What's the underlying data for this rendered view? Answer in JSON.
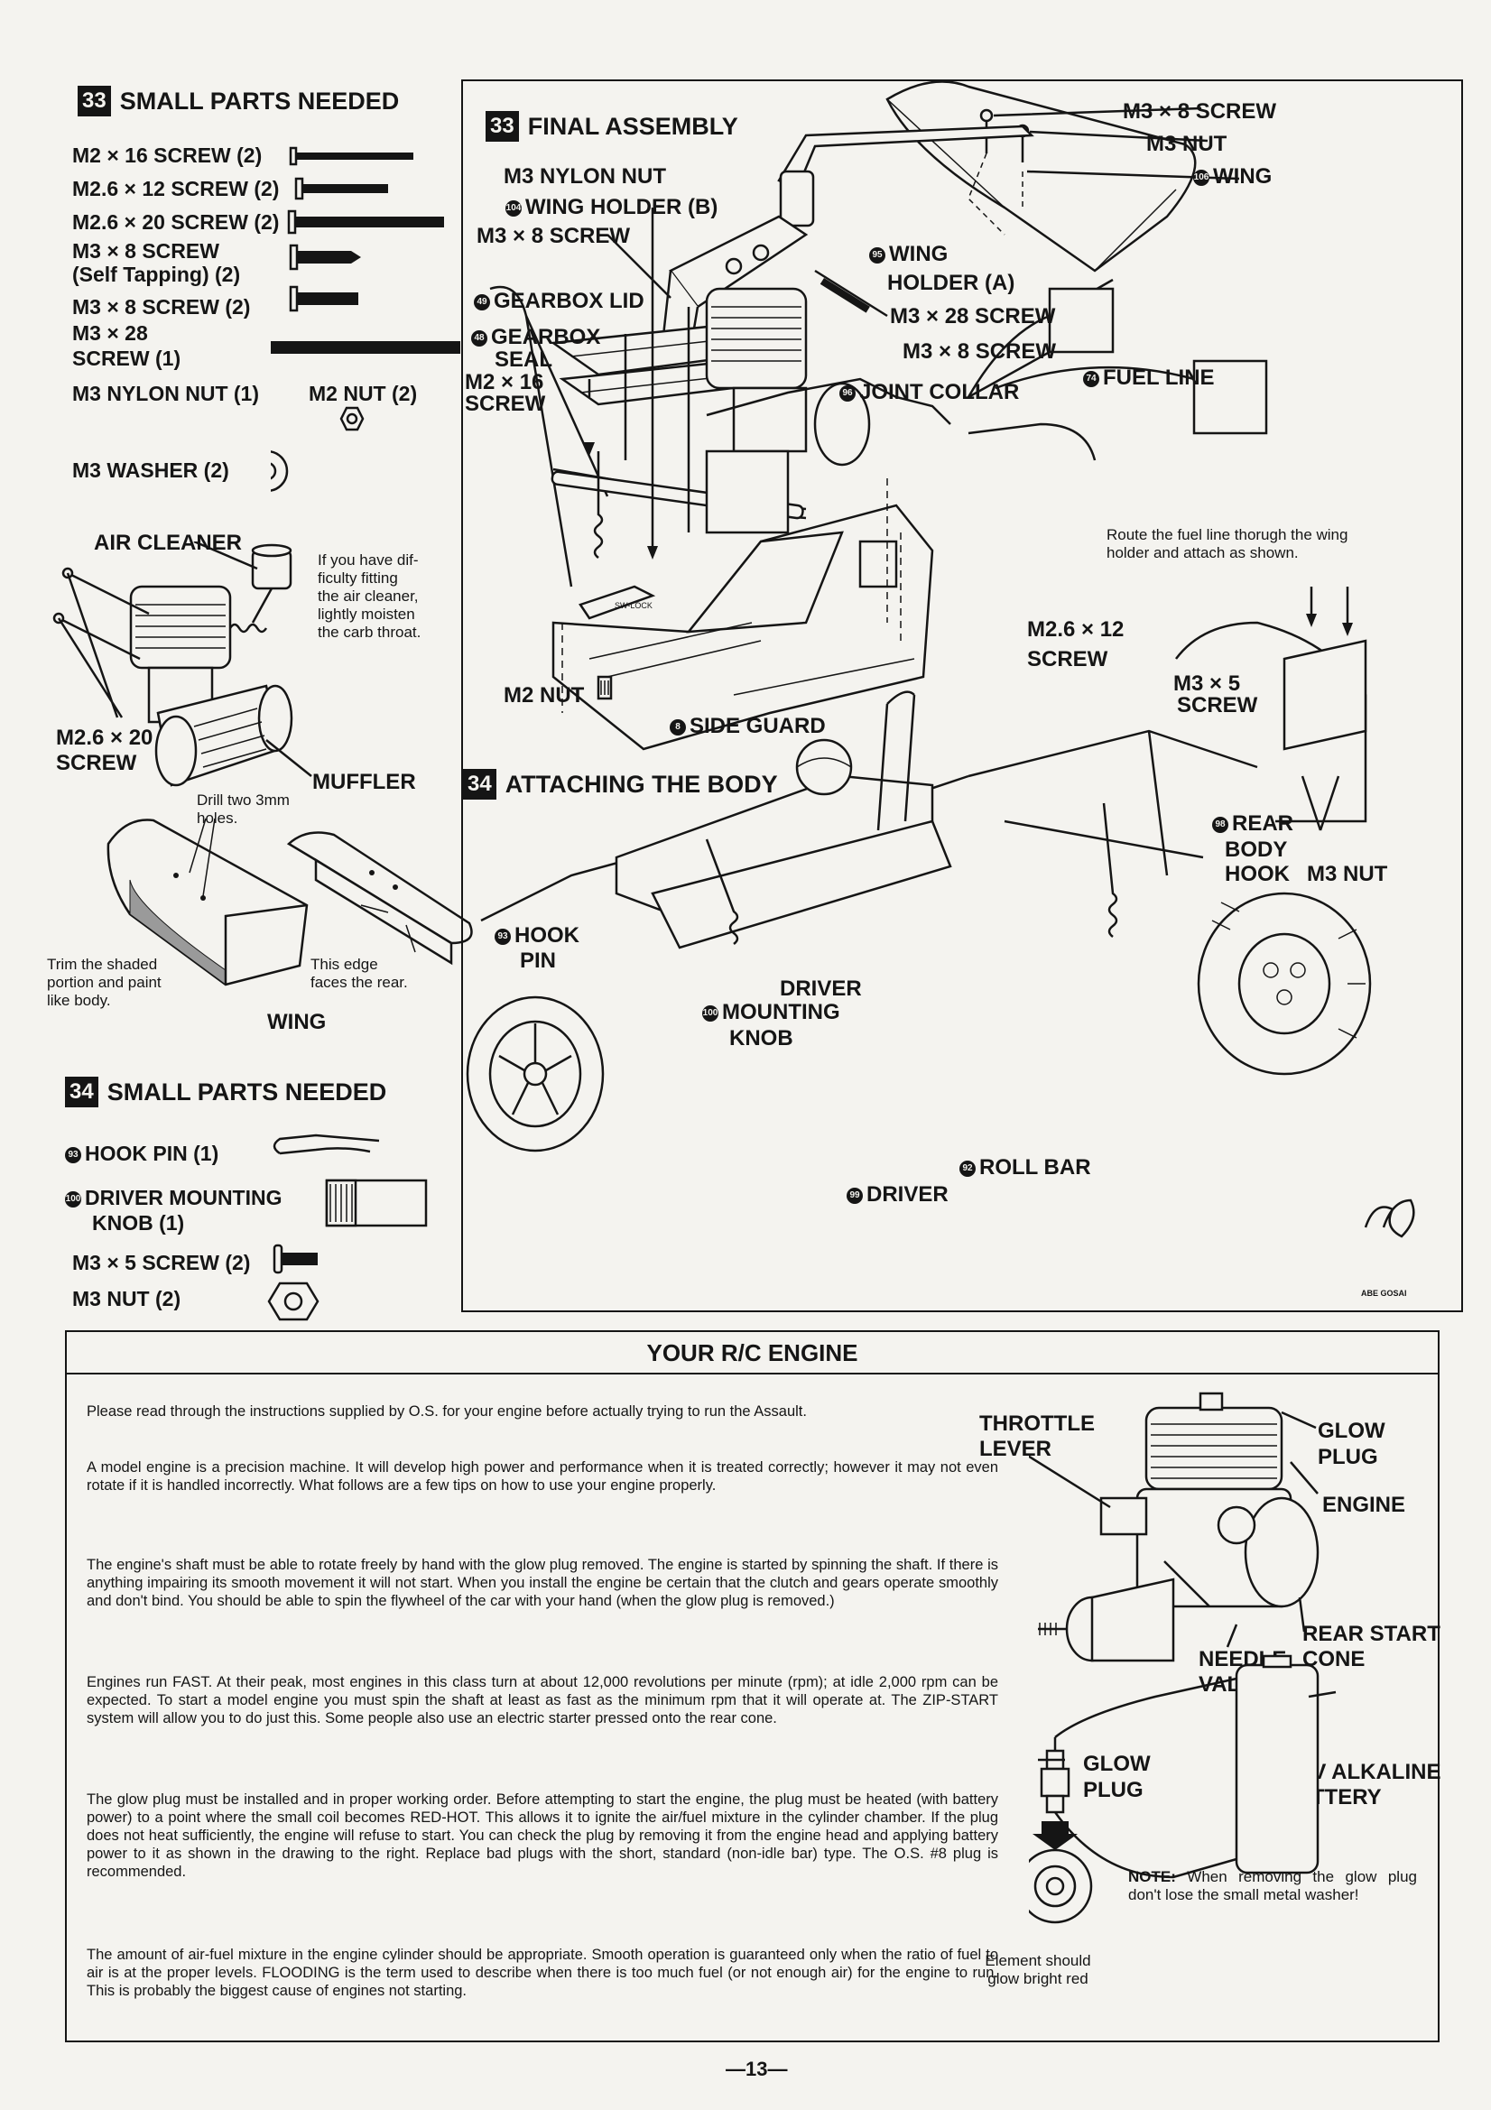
{
  "step33_parts": {
    "number": "33",
    "title": "SMALL PARTS NEEDED",
    "items": [
      "M2 × 16 SCREW (2)",
      "M2.6 × 12 SCREW (2)",
      "M2.6 × 20 SCREW (2)",
      "M3 × 8 SCREW",
      "(Self Tapping) (2)",
      "M3 × 8 SCREW (2)",
      "M3 × 28",
      "SCREW (1)",
      "M3 NYLON NUT (1)",
      "M2 NUT (2)",
      "M3 WASHER (2)"
    ]
  },
  "air_cleaner": {
    "title": "AIR CLEANER",
    "note": [
      "If you have dif-",
      "ficulty fitting",
      "the air cleaner,",
      "lightly moisten",
      "the carb throat."
    ],
    "screw_label": [
      "M2.6 × 20",
      "SCREW"
    ],
    "muffler_label": "MUFFLER"
  },
  "wing_prep": {
    "drill_note": [
      "Drill two 3mm",
      "holes."
    ],
    "trim_note": [
      "Trim the shaded",
      "portion and paint",
      "like body."
    ],
    "edge_note": [
      "This edge",
      "faces the rear."
    ],
    "wing_label": "WING"
  },
  "step34_parts": {
    "number": "34",
    "title": "SMALL PARTS NEEDED",
    "items": [
      {
        "ref": "93",
        "text": "HOOK PIN (1)"
      },
      {
        "ref": "100",
        "text": "DRIVER MOUNTING"
      },
      {
        "ref": "",
        "text": "KNOB (1)"
      },
      {
        "ref": "",
        "text": "M3 × 5 SCREW (2)"
      },
      {
        "ref": "",
        "text": "M3 NUT (2)"
      }
    ]
  },
  "final_assembly": {
    "number": "33",
    "title": "FINAL ASSEMBLY",
    "labels": {
      "m3x8_top": "M3 × 8 SCREW",
      "m3nut_top": "M3 NUT",
      "wing": "WING",
      "wing_ref": "106",
      "nylon_nut": "M3 NYLON NUT",
      "wing_holder_b": "WING HOLDER (B)",
      "wing_holder_b_ref": "104",
      "m3x8_left": "M3 × 8 SCREW",
      "wing_holder_a1": "WING",
      "wing_holder_a2": "HOLDER (A)",
      "wing_holder_a_ref": "95",
      "gearbox_lid": "GEARBOX LID",
      "gearbox_lid_ref": "49",
      "gearbox_seal1": "GEARBOX",
      "gearbox_seal2": "SEAL",
      "gearbox_seal_ref": "48",
      "m3x28": "M3 × 28 SCREW",
      "m3x8_right": "M3 × 8 SCREW",
      "m2x16_1": "M2 × 16",
      "m2x16_2": "SCREW",
      "joint_collar": "JOINT COLLAR",
      "joint_collar_ref": "96",
      "fuel_line": "FUEL LINE",
      "fuel_line_ref": "74",
      "fuel_note": [
        "Route the fuel line thorugh the wing",
        "holder and attach as shown."
      ],
      "m26x12_1": "M2.6 × 12",
      "m26x12_2": "SCREW",
      "m2nut": "M2 NUT",
      "side_guard": "SIDE GUARD",
      "side_guard_ref": "8"
    }
  },
  "attach_body": {
    "number": "34",
    "title": "ATTACHING THE BODY",
    "labels": {
      "m3x5_1": "M3 × 5",
      "m3x5_2": "SCREW",
      "rear_hook1": "REAR",
      "rear_hook2": "BODY",
      "rear_hook3": "HOOK",
      "rear_hook_ref": "98",
      "m3nut": "M3 NUT",
      "hook_pin1": "HOOK",
      "hook_pin2": "PIN",
      "hook_pin_ref": "93",
      "driver_knob1": "DRIVER",
      "driver_knob2": "MOUNTING",
      "driver_knob3": "KNOB",
      "driver_knob_ref": "100",
      "roll_bar": "ROLL BAR",
      "roll_bar_ref": "92",
      "driver": "DRIVER",
      "driver_ref": "99",
      "artist": "ABE GOSAI"
    }
  },
  "engine": {
    "title": "YOUR R/C ENGINE",
    "paragraphs": [
      "Please read through the instructions supplied by O.S. for your engine before actually trying to run the Assault.",
      "A model engine is a precision machine. It will develop high power and performance when it is treated correctly; however it may not even rotate if it is handled incorrectly. What follows are a few tips on how to use your engine properly.",
      "The engine's shaft must be able to rotate freely by hand with the glow plug removed. The engine is started by spinning the shaft. If there is anything impairing its smooth movement it will not start. When you install the engine be certain that the clutch and gears operate smoothly and don't bind. You should be able to spin the flywheel of the car with your hand (when the glow plug is removed.)",
      "Engines run FAST. At their peak, most engines in this class turn at about 12,000 revolutions per minute (rpm); at idle 2,000 rpm can be expected. To start a model engine you must spin the shaft at least as fast as the minimum rpm that it will operate at. The ZIP-START system will allow you to do just this. Some people also use an electric starter pressed onto the rear cone.",
      "The glow plug must be installed and in proper working order. Before attempting to start the engine, the plug must be heated (with battery power) to a point where the small coil becomes RED-HOT. This allows it to ignite the air/fuel mixture in the cylinder chamber. If the plug does not heat sufficiently, the engine will refuse to start. You can check the plug by removing it from the engine head and applying battery power to it as shown in the drawing to the right. Replace bad plugs with the short, standard (non-idle bar) type. The O.S. #8 plug is recommended.",
      "The amount of air-fuel mixture in the engine cylinder should be appropriate. Smooth operation is guaranteed only when the ratio of fuel to air is at the proper levels. FLOODING is the term used to describe when there is too much fuel (or not enough air) for the engine to run. This is probably the biggest cause of engines not starting."
    ],
    "diagram": {
      "throttle1": "THROTTLE",
      "throttle2": "LEVER",
      "glow1": "GLOW",
      "glow2": "PLUG",
      "engine": "ENGINE",
      "rear1": "REAR START",
      "rear2": "CONE",
      "needle1": "NEEDLE",
      "needle2": "VALVE",
      "plug1": "GLOW",
      "plug2": "PLUG",
      "battery1": "1.5V ALKALINE",
      "battery2": "BATTERY",
      "note_head": "NOTE:",
      "note_body": "When removing the glow plug don't lose the small metal washer!",
      "element1": "Element should",
      "element2": "glow bright red"
    }
  },
  "page_number": "—13—"
}
